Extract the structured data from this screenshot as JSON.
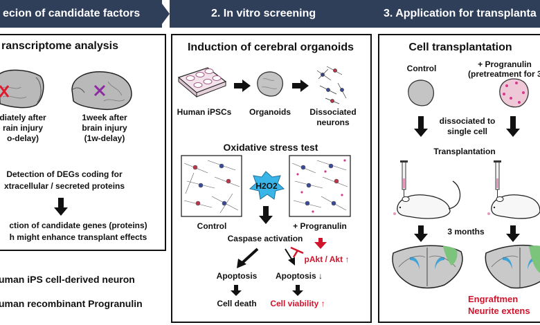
{
  "banners": [
    {
      "label": "ecion of candidate factors"
    },
    {
      "label": "2. In vitro screening"
    },
    {
      "label": "3. Application for transplanta"
    }
  ],
  "panel1": {
    "title": "ranscriptome analysis",
    "brain_left_label": "diately after\nrain injury\no-delay)",
    "brain_right_label": "1week after\nbrain injury\n(1w-delay)",
    "detection_text": "Detection of DEGs coding for\nxtracellular / secreted proteins",
    "selection_text": "ction of candidate genes (proteins)\nh might enhance transplant effects"
  },
  "outside": {
    "neuron_label": "uman iPS cell-derived neuron",
    "progranulin_label": "uman recombinant Progranulin"
  },
  "panel2": {
    "title": "Induction of cerebral organoids",
    "steps": [
      "Human iPSCs",
      "Organoids",
      "Dissociated\nneurons"
    ],
    "stress_title": "Oxidative stress test",
    "h2o2_label": "H2O2",
    "control_label": "Control",
    "progranulin_label": "+ Progranulin",
    "caspase_label": "Caspase activation",
    "pakt_label": "pAkt / Akt ↑",
    "apoptosis_label": "Apoptosis",
    "apoptosis_down_label": "Apoptosis ↓",
    "cell_death_label": "Cell death",
    "viability_label": "Cell viability ↑"
  },
  "panel3": {
    "title": "Cell transplantation",
    "control_label": "Control",
    "progranulin_label": "+ Progranulin\n(pretreatment for 3",
    "dissociated_label": "dissociated to\nsingle cell",
    "transplantation_label": "Transplantation",
    "months_label": "3 months",
    "outcome_label": "Engraftmen\nNeurite extens"
  },
  "colors": {
    "banner": "#2f3f5a",
    "accent_red": "#d0142c",
    "starburst": "#3ab5e8",
    "graft": "#7cc47c",
    "ventricle": "#3fa3d6"
  }
}
